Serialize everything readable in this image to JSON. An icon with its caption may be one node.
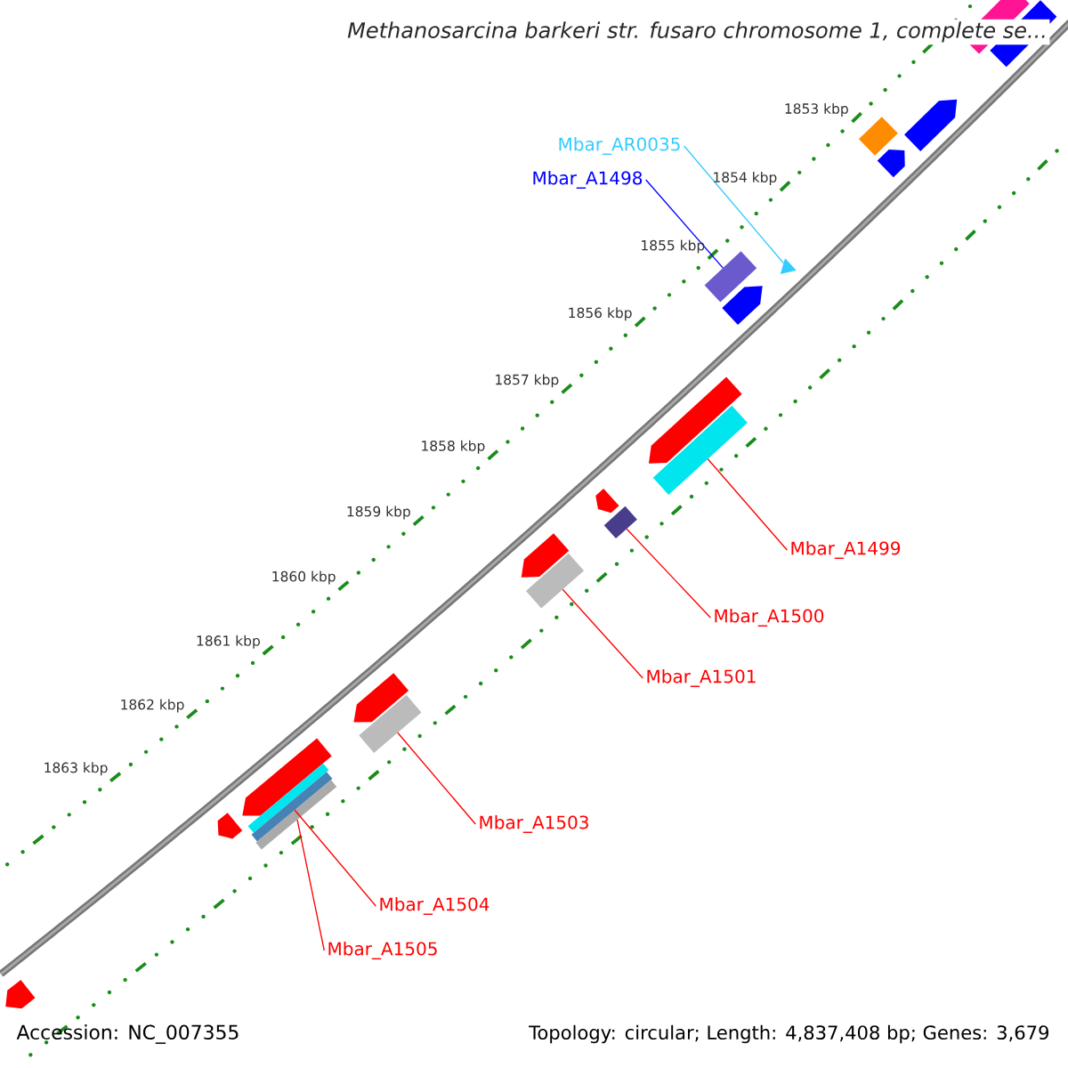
{
  "diagram": {
    "title": "Methanosarcina barkeri str. fusaro chromosome 1, complete se...",
    "nodes": [
      {
        "text": [
          "Mbar_AR0035"
        ]
      },
      {
        "text": [
          "Mbar_A1498"
        ]
      },
      {
        "text": [
          "Mbar_A1499"
        ]
      },
      {
        "text": [
          "Mbar_A1500"
        ]
      },
      {
        "text": [
          "Mbar_A1501"
        ]
      },
      {
        "text": [
          "Mbar_A1503"
        ]
      },
      {
        "text": [
          "Mbar_A1504"
        ]
      },
      {
        "text": [
          "Mbar_A1505"
        ]
      },
      {
        "text": [],
        "shape": "triangle"
      },
      {
        "text": [],
        "shape": "box"
      },
      {
        "text": [],
        "shape": "box"
      },
      {
        "text": [],
        "shape": "box"
      },
      {
        "text": [],
        "shape": "box"
      },
      {
        "text": [],
        "shape": "box"
      },
      {
        "text": [],
        "shape": "box"
      },
      {
        "text": [],
        "shape": "box"
      }
    ],
    "edges": [
      {
        "from": 0,
        "to": 8,
        "arrow": "none",
        "color": "#33ccff"
      },
      {
        "from": 1,
        "to": 9,
        "arrow": "none",
        "color": "#0000ff"
      },
      {
        "from": 2,
        "to": 10,
        "arrow": "none"
      },
      {
        "from": 3,
        "to": 11,
        "arrow": "none"
      },
      {
        "from": 4,
        "to": 12,
        "arrow": "none"
      },
      {
        "from": 5,
        "to": 13,
        "arrow": "none"
      },
      {
        "from": 6,
        "to": 14,
        "arrow": "none"
      },
      {
        "from": 7,
        "to": 15,
        "arrow": "none"
      }
    ],
    "labels": [
      "1853 kbp",
      "1854 kbp",
      "1855 kbp",
      "1856 kbp",
      "1857 kbp",
      "1858 kbp",
      "1859 kbp",
      "1860 kbp",
      "1861 kbp",
      "1862 kbp",
      "1863 kbp",
      "Accession: NC_007355",
      "Topology: circular; Length: 4,837,408 bp; Genes: 3,679"
    ]
  }
}
